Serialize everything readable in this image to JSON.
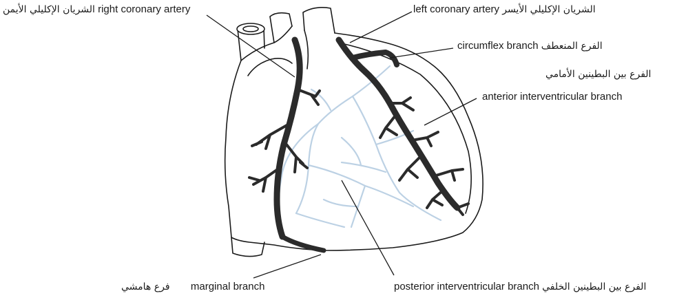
{
  "labels": {
    "right_coronary_artery": {
      "en": "right coronary artery",
      "ar": "الشريان الإكليلي الأيمن"
    },
    "left_coronary_artery": {
      "en": "left coronary artery",
      "ar": "الشريان الإكليلي الأيسر"
    },
    "circumflex_branch": {
      "en": "circumflex branch",
      "ar": "الفرع المنعطف"
    },
    "anterior_interventricular_branch": {
      "en": "anterior interventricular branch",
      "ar": "الفرع بين البطينين الأمامي"
    },
    "marginal_branch": {
      "en": "marginal branch",
      "ar": "فرع هامشي"
    },
    "posterior_interventricular_branch": {
      "en": "posterior interventricular branch",
      "ar": "الفرع بين البطينين الخلفي"
    }
  },
  "colors": {
    "outline": "#1a1a1a",
    "artery_fill": "#2b2b2b",
    "posterior_vessels": "#b9cfe3",
    "background": "#ffffff"
  }
}
